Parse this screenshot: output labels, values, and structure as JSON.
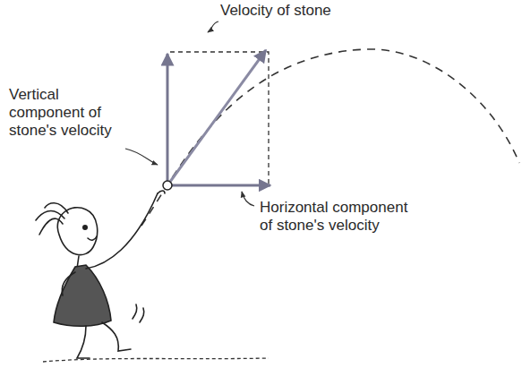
{
  "diagram": {
    "labels": [
      "Velocity of stone",
      "Vertical component of stone's velocity",
      "Horizontal component of stone's velocity"
    ]
  }
}
